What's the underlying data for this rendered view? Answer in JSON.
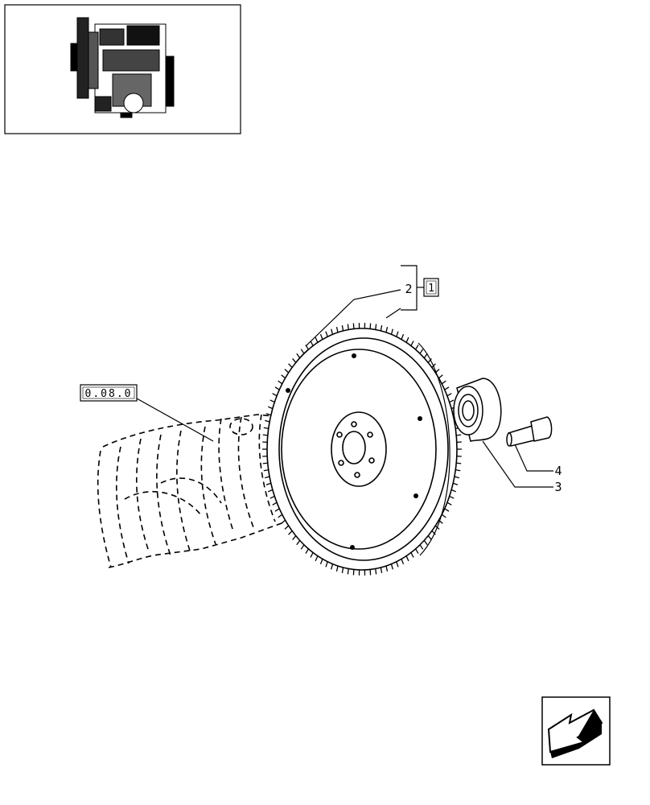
{
  "thumbnail": {
    "icon": "engine-thumbnail-icon"
  },
  "reference_box_left": {
    "text": "0.08.0"
  },
  "reference_box_group": {
    "text": "1"
  },
  "callouts": [
    {
      "number": "2",
      "part": "flywheel"
    },
    {
      "number": "3",
      "part": "bearing"
    },
    {
      "number": "4",
      "part": "screw"
    }
  ],
  "nav": {
    "icon": "next-page-arrow-icon"
  },
  "colors": {
    "line": "#000000",
    "background": "#ffffff"
  }
}
